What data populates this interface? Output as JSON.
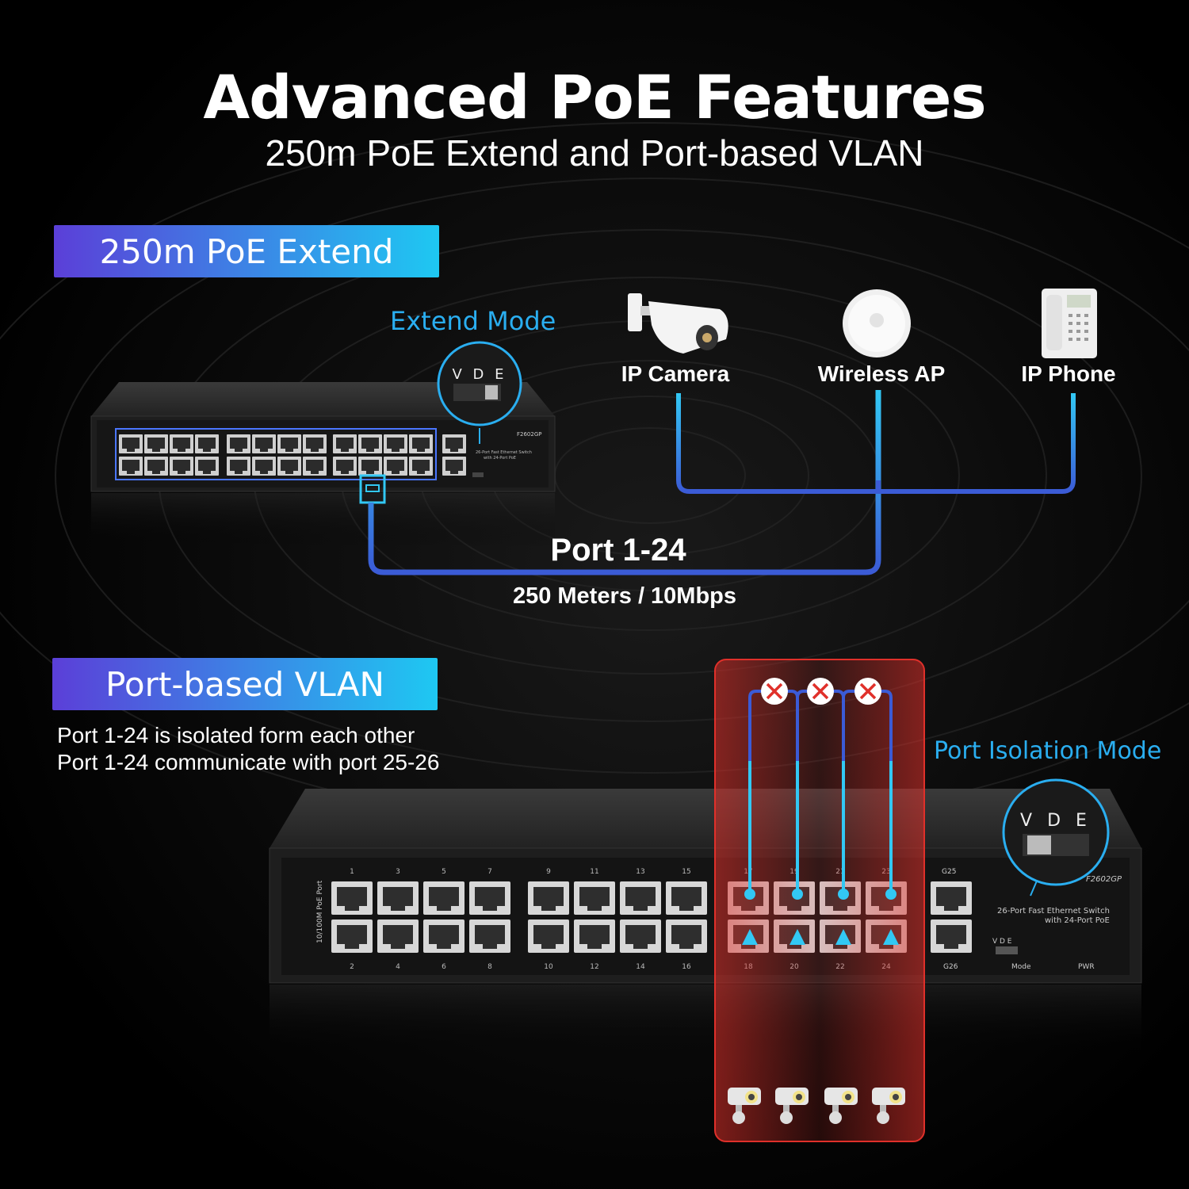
{
  "header": {
    "title": "Advanced PoE Features",
    "subtitle": "250m PoE Extend and Port-based VLAN"
  },
  "extend_section": {
    "badge": "250m PoE Extend",
    "mode_label": "Extend Mode",
    "switch_mode_letters": "V D E",
    "devices": {
      "camera": "IP Camera",
      "ap": "Wireless AP",
      "phone": "IP Phone"
    },
    "port_label": "Port 1-24",
    "spec_label": "250 Meters / 10Mbps"
  },
  "vlan_section": {
    "badge": "Port-based VLAN",
    "desc_line1": "Port 1-24 is isolated form each other",
    "desc_line2": "Port 1-24 communicate with port 25-26",
    "mode_label": "Port Isolation Mode",
    "switch_mode_letters": "V D E"
  },
  "switch": {
    "model": "F2602GP",
    "desc_line1": "26-Port Fast Ethernet Switch",
    "desc_line2": "with 24-Port PoE",
    "side_label": "10/100M PoE Port",
    "uplink_top": "G25",
    "uplink_bottom": "G26",
    "mode_text": "Mode",
    "pwr_text": "PWR",
    "top_numbers": [
      "1",
      "3",
      "5",
      "7",
      "9",
      "11",
      "13",
      "15",
      "17",
      "19",
      "21",
      "23"
    ],
    "bottom_numbers": [
      "2",
      "4",
      "6",
      "8",
      "10",
      "12",
      "14",
      "16",
      "18",
      "20",
      "22",
      "24"
    ]
  },
  "colors": {
    "accent_blue": "#2aaef0",
    "line_blue": "#3b5bd6",
    "isolation_red": "#e0302a",
    "badge_start": "#5b3fd8",
    "badge_end": "#1ec8f2"
  }
}
